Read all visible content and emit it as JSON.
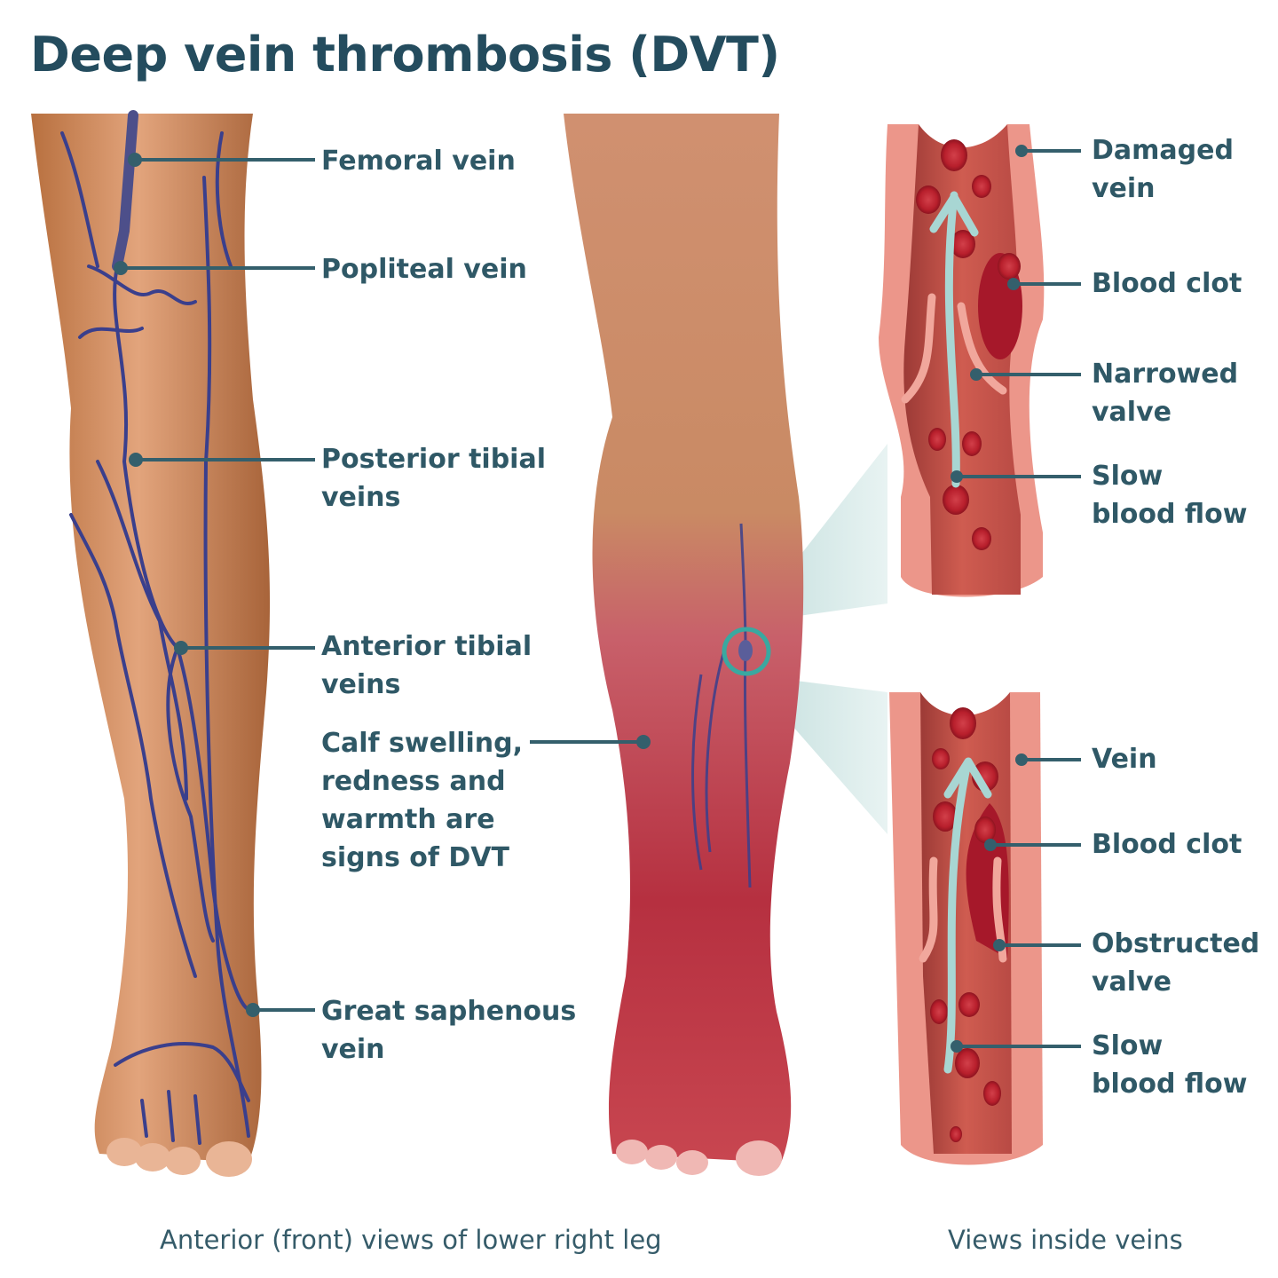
{
  "title": "Deep vein thrombosis (DVT)",
  "colors": {
    "title": "#244c5e",
    "label_text": "#2f5866",
    "leader_line": "#345f6c",
    "vein_wall": "#ec968a",
    "vein_lumen": "#c9544a",
    "blood_cell": "#b81f2c",
    "flow_arrow": "#a8d6d3",
    "zoom_cone": "#cfe6e5",
    "highlight_ring": "#3aa8a0",
    "healthy_skin": "#c88557",
    "inflamed_skin": "#b8323e",
    "deep_vein": "#3a3f8c"
  },
  "left_leg": {
    "labels": [
      {
        "lines": [
          "Femoral vein"
        ]
      },
      {
        "lines": [
          "Popliteal vein"
        ]
      },
      {
        "lines": [
          "Posterior tibial",
          "veins"
        ]
      },
      {
        "lines": [
          "Anterior tibial",
          "veins"
        ]
      },
      {
        "lines": [
          "Great saphenous",
          "vein"
        ]
      }
    ]
  },
  "middle_leg": {
    "labels": [
      {
        "lines": [
          "Calf swelling,",
          "redness and",
          "warmth are",
          "signs of DVT"
        ]
      }
    ]
  },
  "vein_views": {
    "top": {
      "labels": [
        {
          "lines": [
            "Damaged",
            "vein"
          ]
        },
        {
          "lines": [
            "Blood clot"
          ]
        },
        {
          "lines": [
            "Narrowed",
            "valve"
          ]
        },
        {
          "lines": [
            "Slow",
            "blood flow"
          ]
        }
      ]
    },
    "bottom": {
      "labels": [
        {
          "lines": [
            "Vein"
          ]
        },
        {
          "lines": [
            "Blood clot"
          ]
        },
        {
          "lines": [
            "Obstructed",
            "valve"
          ]
        },
        {
          "lines": [
            "Slow",
            "blood flow"
          ]
        }
      ]
    }
  },
  "captions": {
    "legs": "Anterior (front) views of lower right leg",
    "veins": "Views inside veins"
  }
}
